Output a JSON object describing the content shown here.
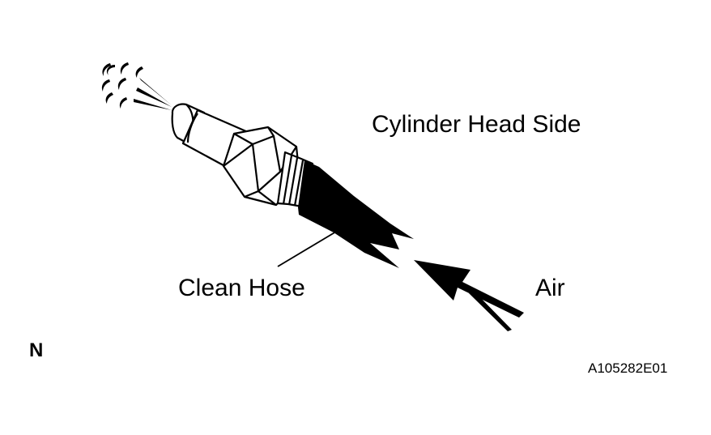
{
  "labels": {
    "cylinder_head_side": "Cylinder Head Side",
    "clean_hose": "Clean Hose",
    "air": "Air",
    "view_letter": "N",
    "figure_id": "A105282E01"
  },
  "icons": {
    "fitting": "hose-fitting-icon",
    "air_arrow": "arrow-icon",
    "spray": "air-spray-icon"
  },
  "colors": {
    "ink": "#000000",
    "paper": "#ffffff"
  }
}
